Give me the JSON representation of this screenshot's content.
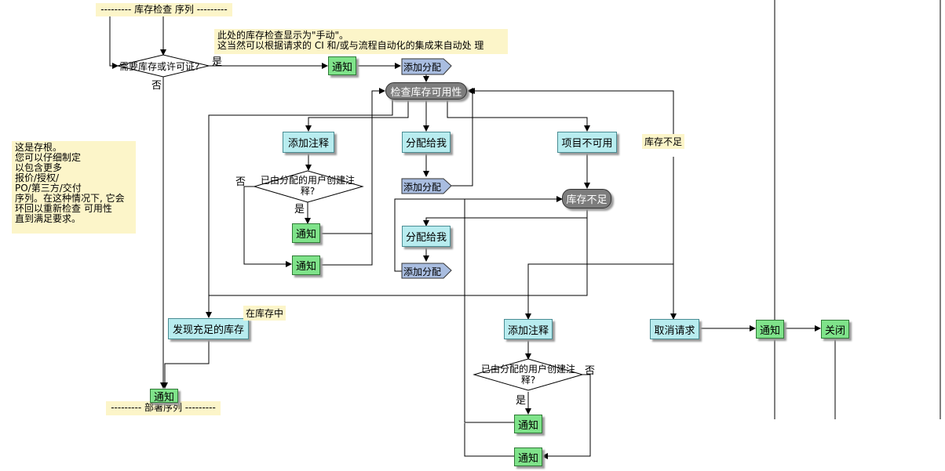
{
  "notes": {
    "top_seq": "--------- 库存检查 序列 ---------",
    "manual": [
      "此处的库存检查显示为\"手动\"。",
      "这当然可以根据请求的 CI 和/或与流程自动化的集成来自动处 理"
    ],
    "stub": [
      "这是存根。",
      "您可以仔细制定",
      "以包含更多",
      "报价/授权/",
      "PO/第三方/交付",
      "序列。在这种情况下, 它会",
      "环回以重新检查 可用性",
      "直到满足要求。"
    ],
    "bottom_seq": "--------- 部署序列 ---------"
  },
  "nodes": {
    "decision_need": "需要库存或许可证?",
    "yes": "是",
    "no": "否",
    "notify": "通知",
    "add_assign": "添加分配",
    "check_avail": "检查库存可用性",
    "add_comment": "添加注释",
    "assign_me": "分配给我",
    "item_unavail": "项目不可用",
    "insufficient": "库存不足",
    "decision_comment": "已由分配的用户创建注释?",
    "found_stock": "发现充足的库存",
    "cancel": "取消请求",
    "close": "关闭"
  },
  "labels": {
    "in_stock": "在库存中",
    "insufficient_edge": "库存不足"
  }
}
